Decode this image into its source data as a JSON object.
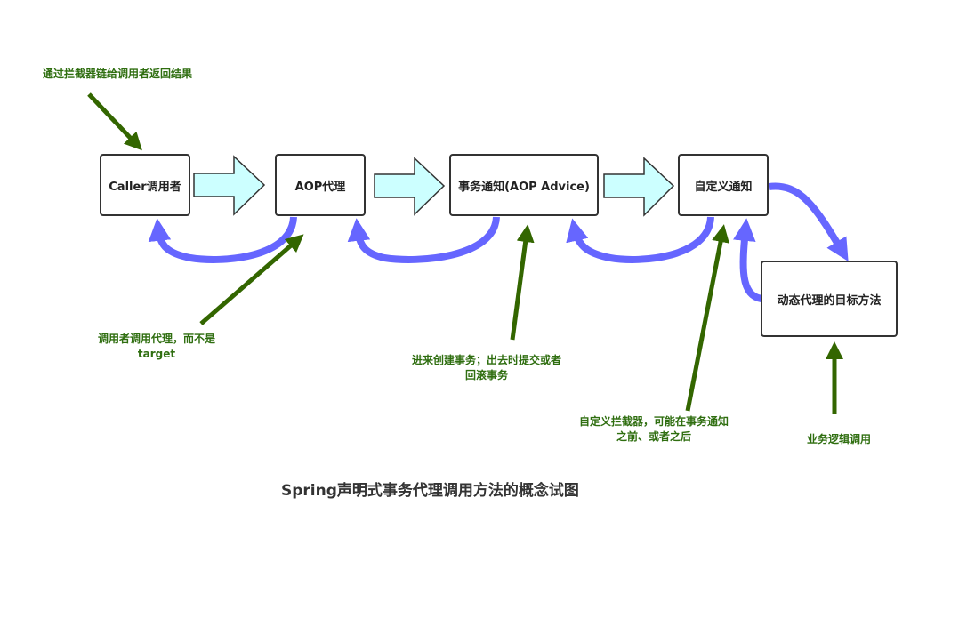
{
  "boxes": {
    "caller": "Caller调用者",
    "aop_proxy": "AOP代理",
    "tx_advice": "事务通知(AOP Advice)",
    "custom_advice": "自定义通知",
    "target_method": "动态代理的目标方法"
  },
  "notes": {
    "return_result": "通过拦截器链给调用者返回结果",
    "caller_calls_proxy_line1": "调用者调用代理，而不是",
    "caller_calls_proxy_line2": "target",
    "tx_line1": "进来创建事务；出去时提交或者",
    "tx_line2": "回滚事务",
    "custom_line1": "自定义拦截器，可能在事务通知",
    "custom_line2": "之前、或者之后",
    "business_call": "业务逻辑调用"
  },
  "title": "Spring声明式事务代理调用方法的概念试图",
  "colors": {
    "flow_arrow_fill": "#ccffff",
    "return_arrow": "#6666ff",
    "annotation_arrow": "#336600",
    "annotation_text": "#2f6e10"
  }
}
